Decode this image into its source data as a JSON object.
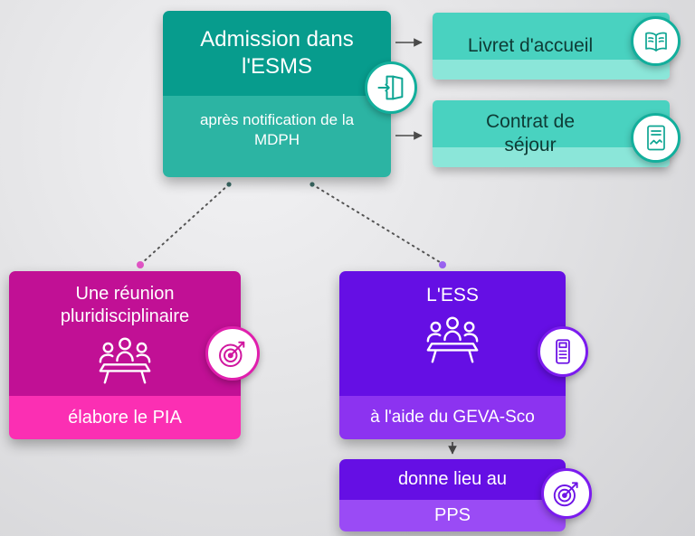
{
  "colors": {
    "teal_dark": "#079C8D",
    "teal_light": "#2CB4A3",
    "aqua_main": "#49D2C0",
    "aqua_light": "#8BE6D9",
    "pink_dark": "#C11095",
    "pink_light": "#FB2FB3",
    "purple_dark": "#650FE4",
    "purple_light": "#8C33F0",
    "purple_lighter": "#9A4BF5",
    "connector_gray": "#4A4A4A"
  },
  "admission": {
    "title": "Admission dans l'ESMS",
    "subtitle": "après notification de la MDPH",
    "icon": "door-exit-icon"
  },
  "outputs": [
    {
      "label": "Livret d'accueil",
      "icon": "book-icon"
    },
    {
      "label": "Contrat de séjour",
      "icon": "contract-handshake-icon"
    }
  ],
  "meeting": {
    "title": "Une réunion pluridisciplinaire",
    "subtitle": "élabore le PIA",
    "icon": "meeting-table-icon",
    "badge_icon": "target-icon"
  },
  "ess": {
    "title": "L'ESS",
    "subtitle": "à l'aide du GEVA-Sco",
    "icon": "meeting-table-icon",
    "badge_icon": "checklist-icon"
  },
  "result": {
    "line1": "donne lieu au",
    "line2": "PPS",
    "badge_icon": "target-icon"
  }
}
